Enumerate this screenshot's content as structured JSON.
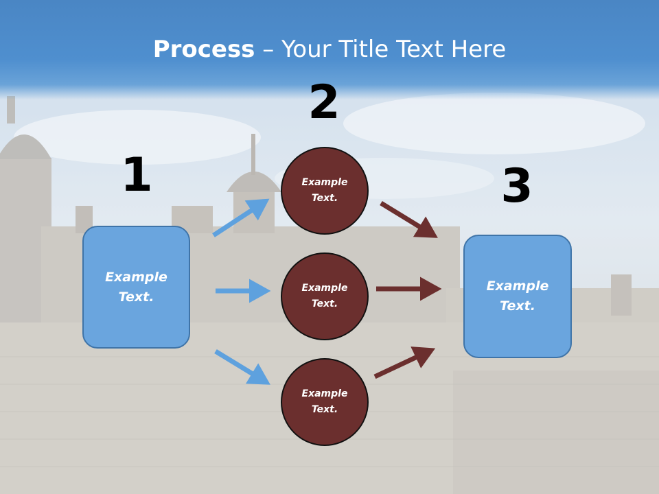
{
  "title": {
    "bold": "Process",
    "rest": " – Your Title Text Here"
  },
  "steps": {
    "one": "1",
    "two": "2",
    "three": "3"
  },
  "left_box": {
    "line1": "Example",
    "line2": "Text."
  },
  "circles": [
    {
      "line1": "Example",
      "line2": "Text."
    },
    {
      "line1": "Example",
      "line2": "Text."
    },
    {
      "line1": "Example",
      "line2": "Text."
    }
  ],
  "right_box": {
    "line1": "Example",
    "line2": "Text."
  },
  "colors": {
    "title_bar": "#4f8fcf",
    "box_fill": "#6aa5de",
    "circle_fill": "#6b2f2e",
    "blue_arrow": "#5ea1de",
    "red_arrow": "#6b2f2e"
  }
}
